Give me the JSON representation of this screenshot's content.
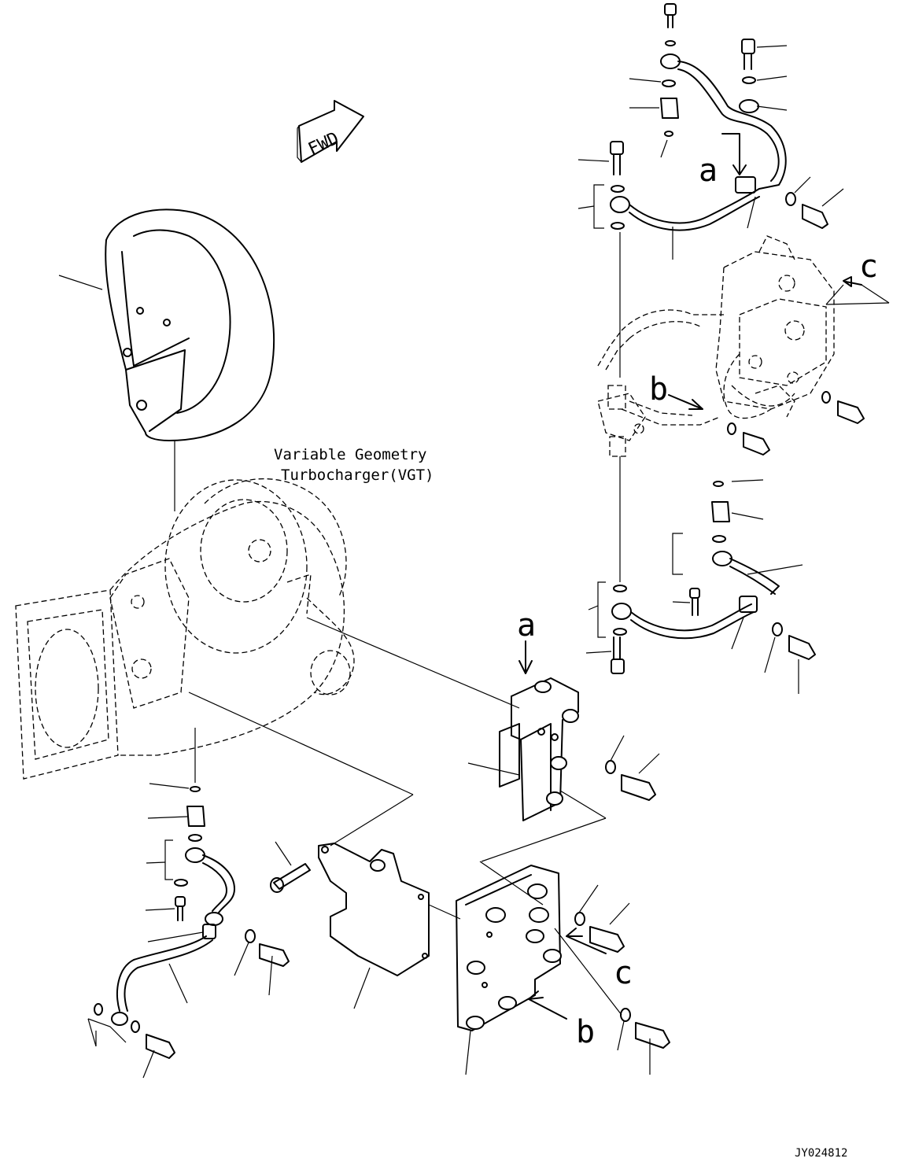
{
  "labels": {
    "fwd": "FWD",
    "vgt_line1": "Variable Geometry",
    "vgt_line2": "Turbocharger(VGT)",
    "view_a_top": "a",
    "view_a_mid": "a",
    "view_b_top": "b",
    "view_b_bottom": "b",
    "view_c_top": "c",
    "view_c_bottom": "c",
    "drawing_no": "JY024812"
  }
}
